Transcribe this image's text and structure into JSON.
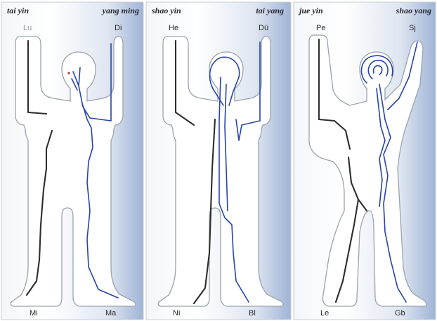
{
  "panels": [
    {
      "yin_channel": "tai yin",
      "yang_channel": "yang ming",
      "top_left_point": "Lu",
      "top_right_point": "Di",
      "bottom_left_point": "Mi",
      "bottom_right_point": "Ma"
    },
    {
      "yin_channel": "shao yin",
      "yang_channel": "tai yang",
      "top_left_point": "He",
      "top_right_point": "Dü",
      "bottom_left_point": "Ni",
      "bottom_right_point": "Bl"
    },
    {
      "yin_channel": "jue yin",
      "yang_channel": "shao yang",
      "top_left_point": "Pe",
      "top_right_point": "Sj",
      "bottom_left_point": "Le",
      "bottom_right_point": "Gb"
    }
  ],
  "colors": {
    "yin_line": "#2d2d2d",
    "yang_line": "#2644a8",
    "panel_gradient_light": "#ffffff",
    "panel_gradient_blue": "#9fb4d6"
  }
}
